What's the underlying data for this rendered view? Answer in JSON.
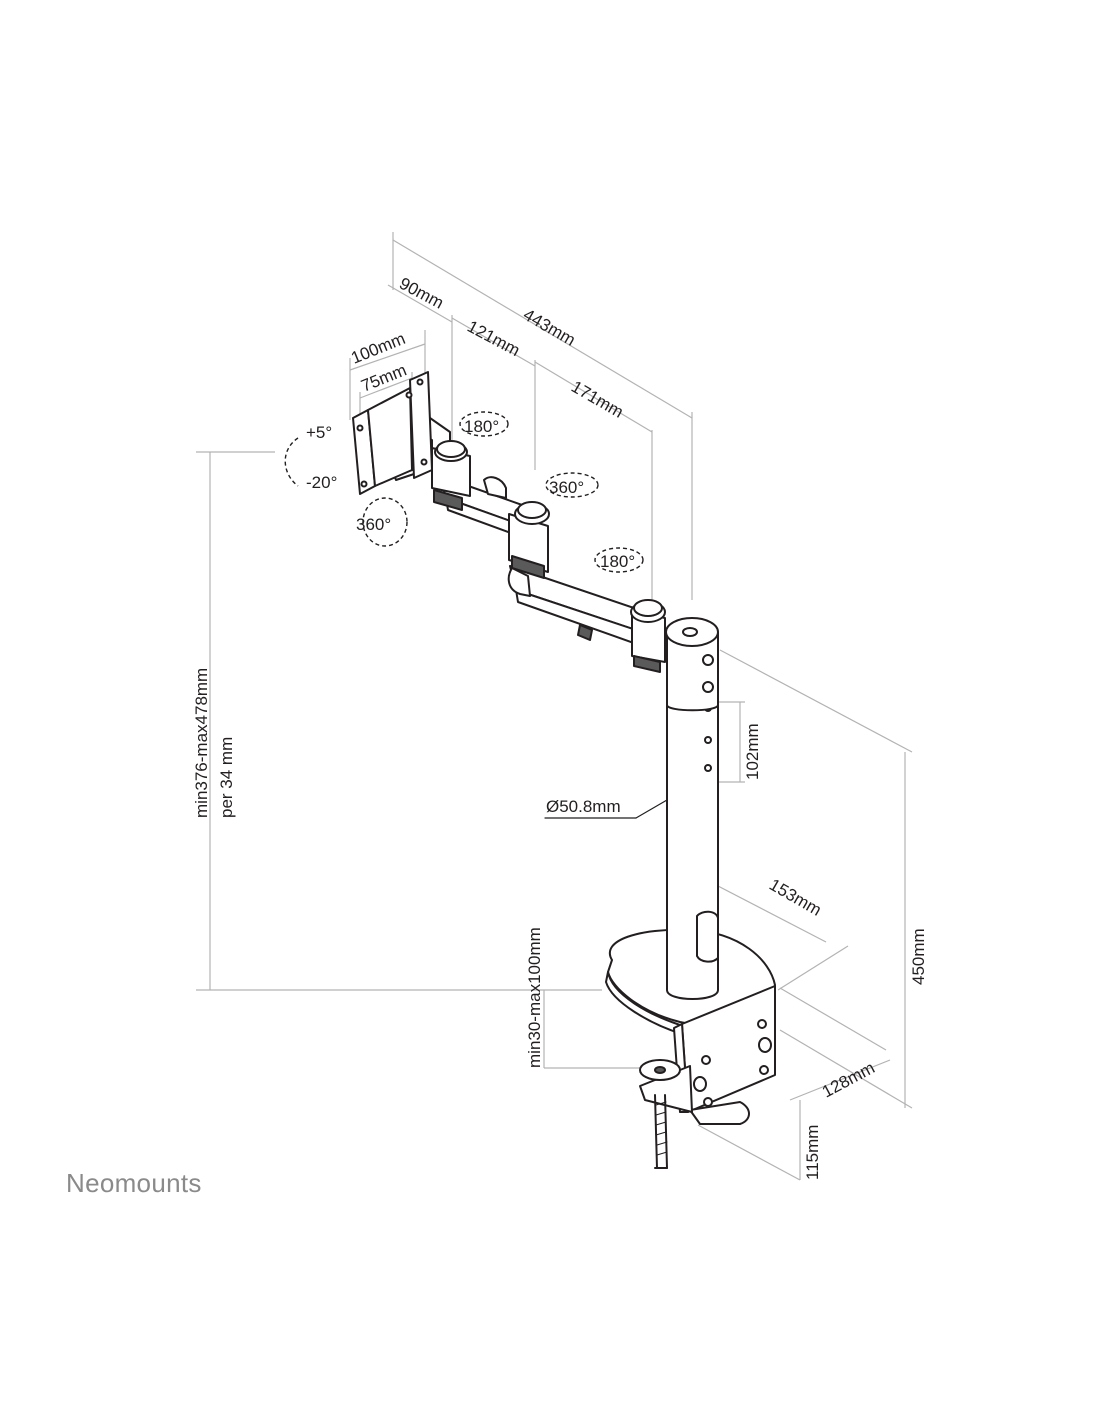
{
  "brand": "Neomounts",
  "dimensions": {
    "total_depth": "443mm",
    "plate_offset": "90mm",
    "arm_segment_1": "121mm",
    "arm_segment_2": "171mm",
    "vesa_large": "100mm",
    "vesa_small": "75mm",
    "height_range": "min376-max478mm",
    "height_step": "per 34 mm",
    "hole_spacing": "102mm",
    "pole_diameter": "Ø50.8mm",
    "base_width": "153mm",
    "clamp_range": "min30-max100mm",
    "pole_height": "450mm",
    "base_depth": "128mm",
    "clamp_depth": "115mm"
  },
  "rotations": {
    "tilt_up": "+5°",
    "tilt_down": "-20°",
    "plate_rotate": "360°",
    "joint_1": "180°",
    "joint_2": "360°",
    "joint_3": "180°"
  }
}
